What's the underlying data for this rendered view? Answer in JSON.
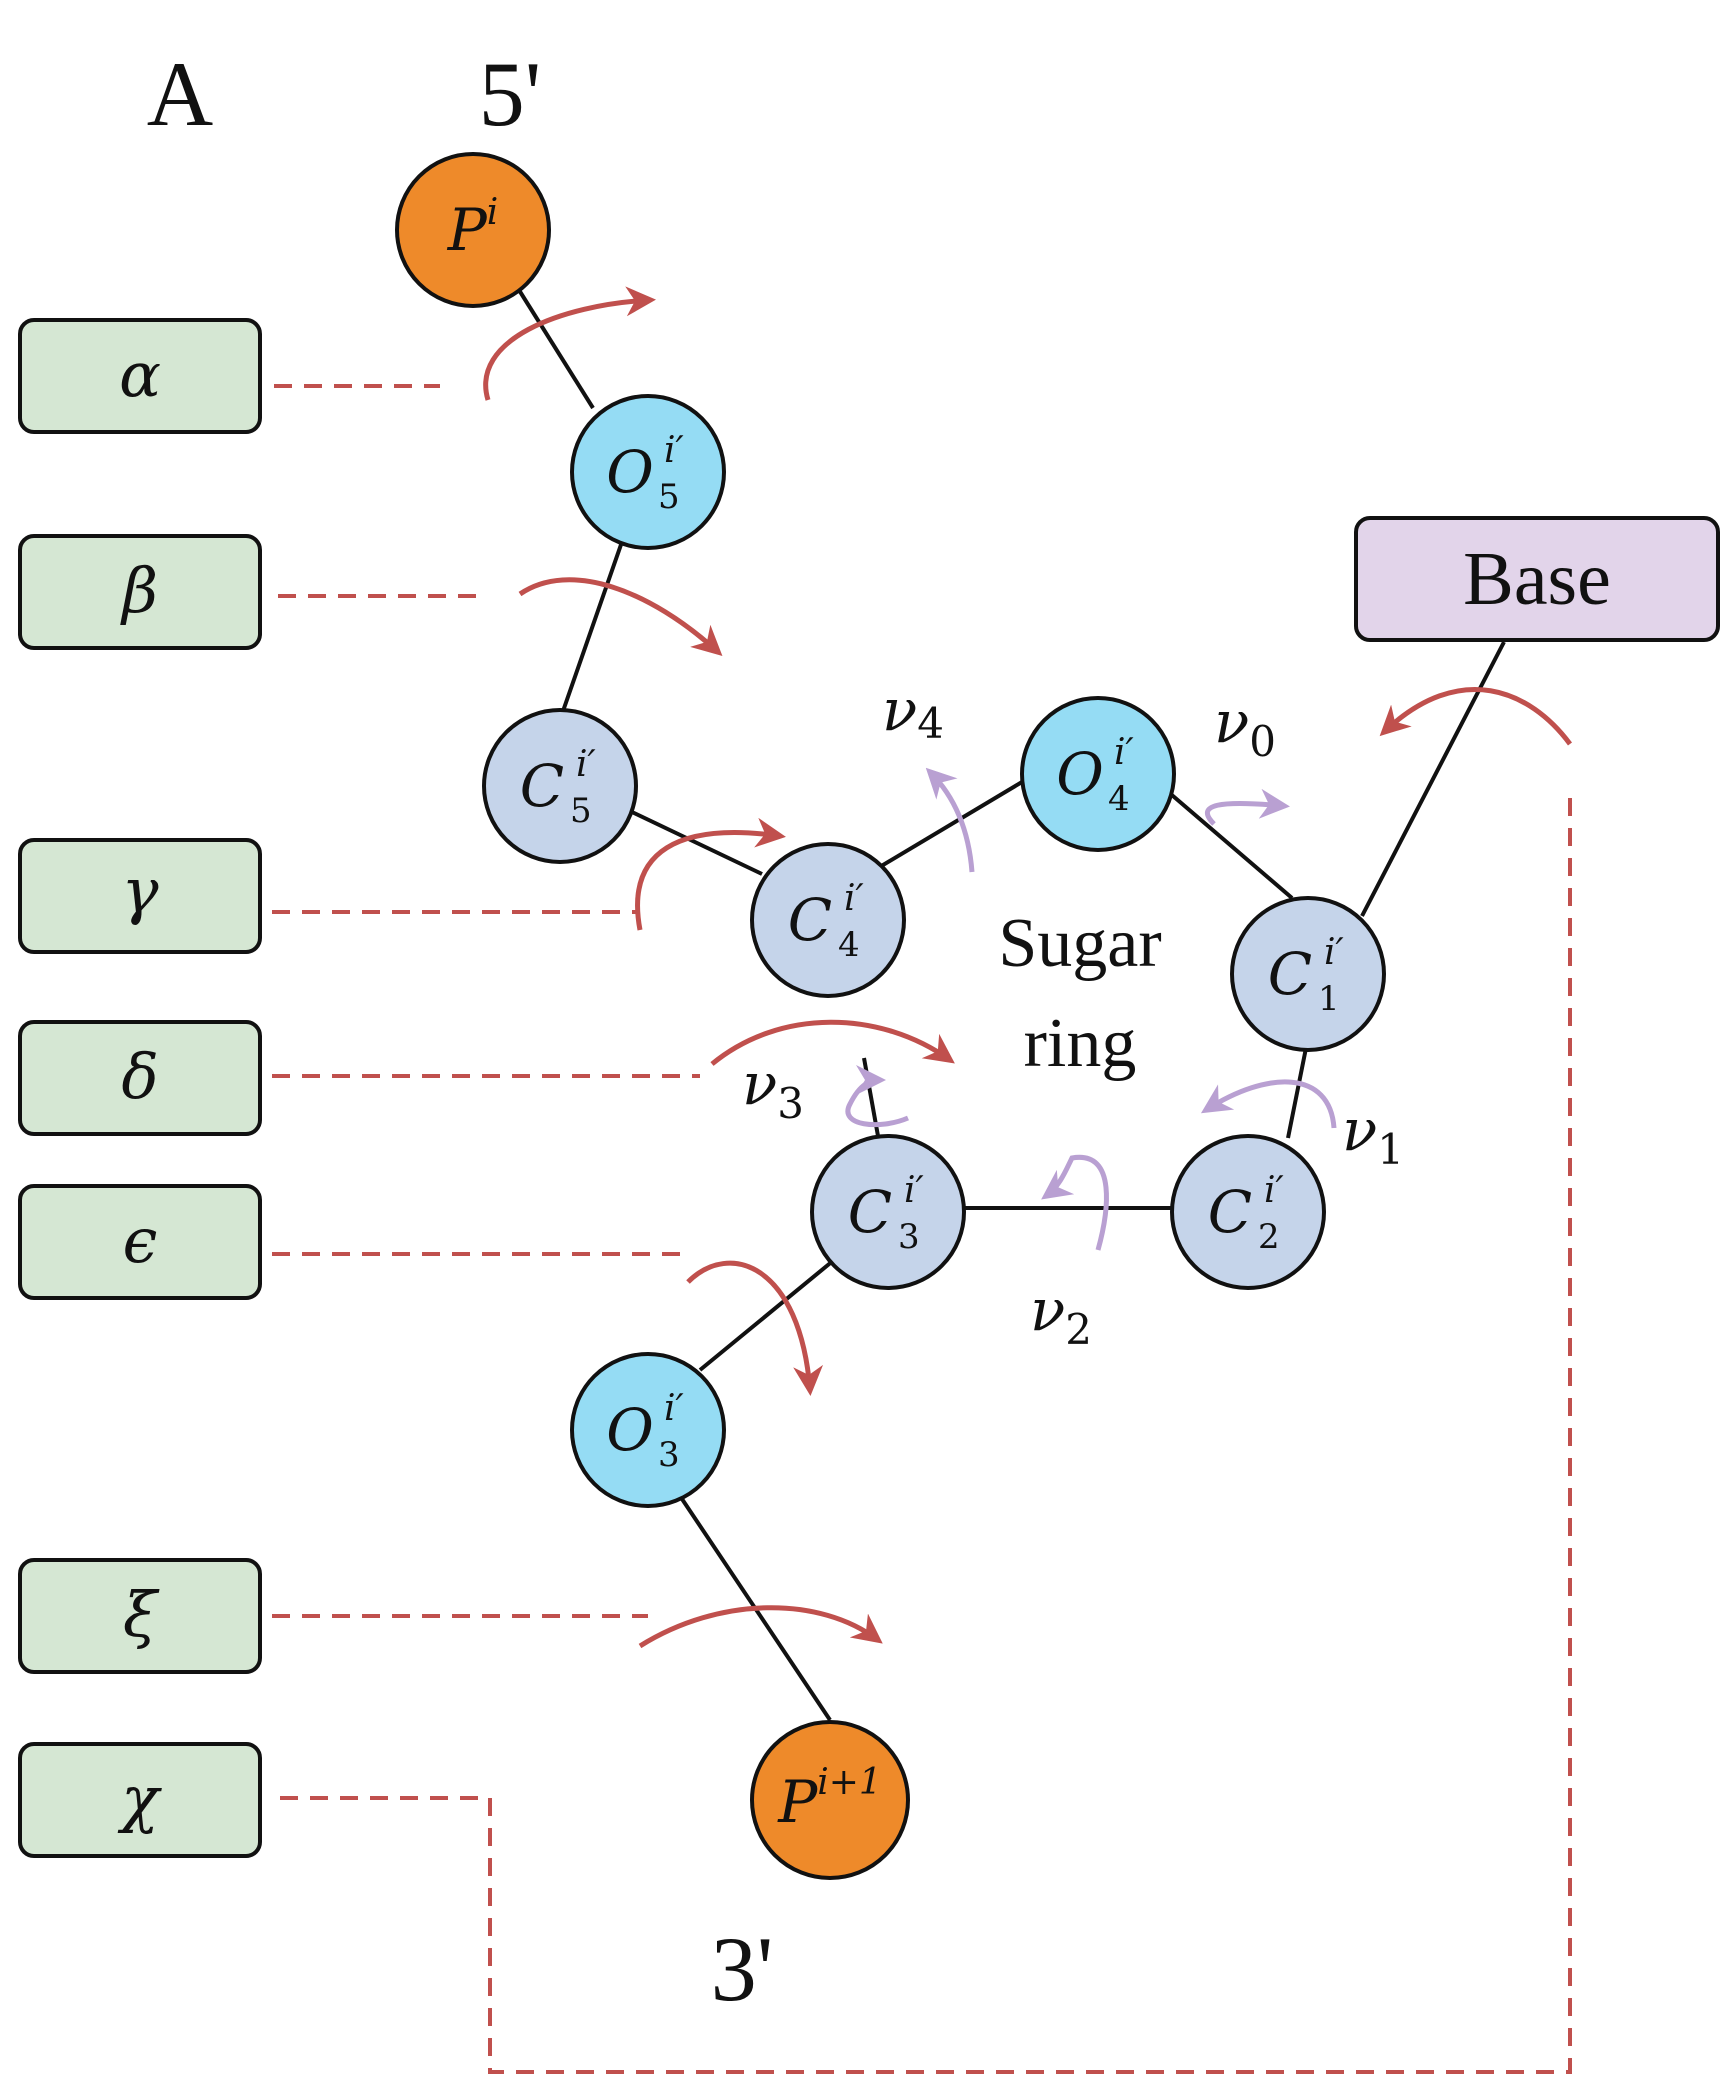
{
  "panel_label": "A",
  "five_prime": "5'",
  "three_prime": "3'",
  "center_label": {
    "line1": "Sugar",
    "line2": "ring"
  },
  "base_label": "Base",
  "torsion_labels": {
    "alpha": "α",
    "beta": "β",
    "gamma": "γ",
    "delta": "δ",
    "epsilon": "ϵ",
    "xi": "ξ",
    "chi": "χ"
  },
  "atoms": {
    "P_i": {
      "main": "P",
      "sup": "i",
      "sub": ""
    },
    "O5": {
      "main": "O",
      "sup": "i′",
      "sub": "5"
    },
    "C5": {
      "main": "C",
      "sup": "i′",
      "sub": "5"
    },
    "C4": {
      "main": "C",
      "sup": "i′",
      "sub": "4"
    },
    "O4": {
      "main": "O",
      "sup": "i′",
      "sub": "4"
    },
    "C1": {
      "main": "C",
      "sup": "i′",
      "sub": "1"
    },
    "C2": {
      "main": "C",
      "sup": "i′",
      "sub": "2"
    },
    "C3": {
      "main": "C",
      "sup": "i′",
      "sub": "3"
    },
    "O3": {
      "main": "O",
      "sup": "i′",
      "sub": "3"
    },
    "P_i1": {
      "main": "P",
      "sup": "i+1",
      "sub": ""
    }
  },
  "ring_torsions": {
    "nu0": {
      "main": "ν",
      "sub": "0"
    },
    "nu1": {
      "main": "ν",
      "sub": "1"
    },
    "nu2": {
      "main": "ν",
      "sub": "2"
    },
    "nu3": {
      "main": "ν",
      "sub": "3"
    },
    "nu4": {
      "main": "ν",
      "sub": "4"
    }
  },
  "colors": {
    "phosphate": "#ee8a2a",
    "oxygen": "#95dcf4",
    "carbon": "#c5d4ea",
    "torsion_box": "#d5e7d3",
    "base_box": "#e2d4ea",
    "backbone_arrow": "#c0504d",
    "ring_arrow": "#b9a0d2",
    "line": "#111111"
  }
}
